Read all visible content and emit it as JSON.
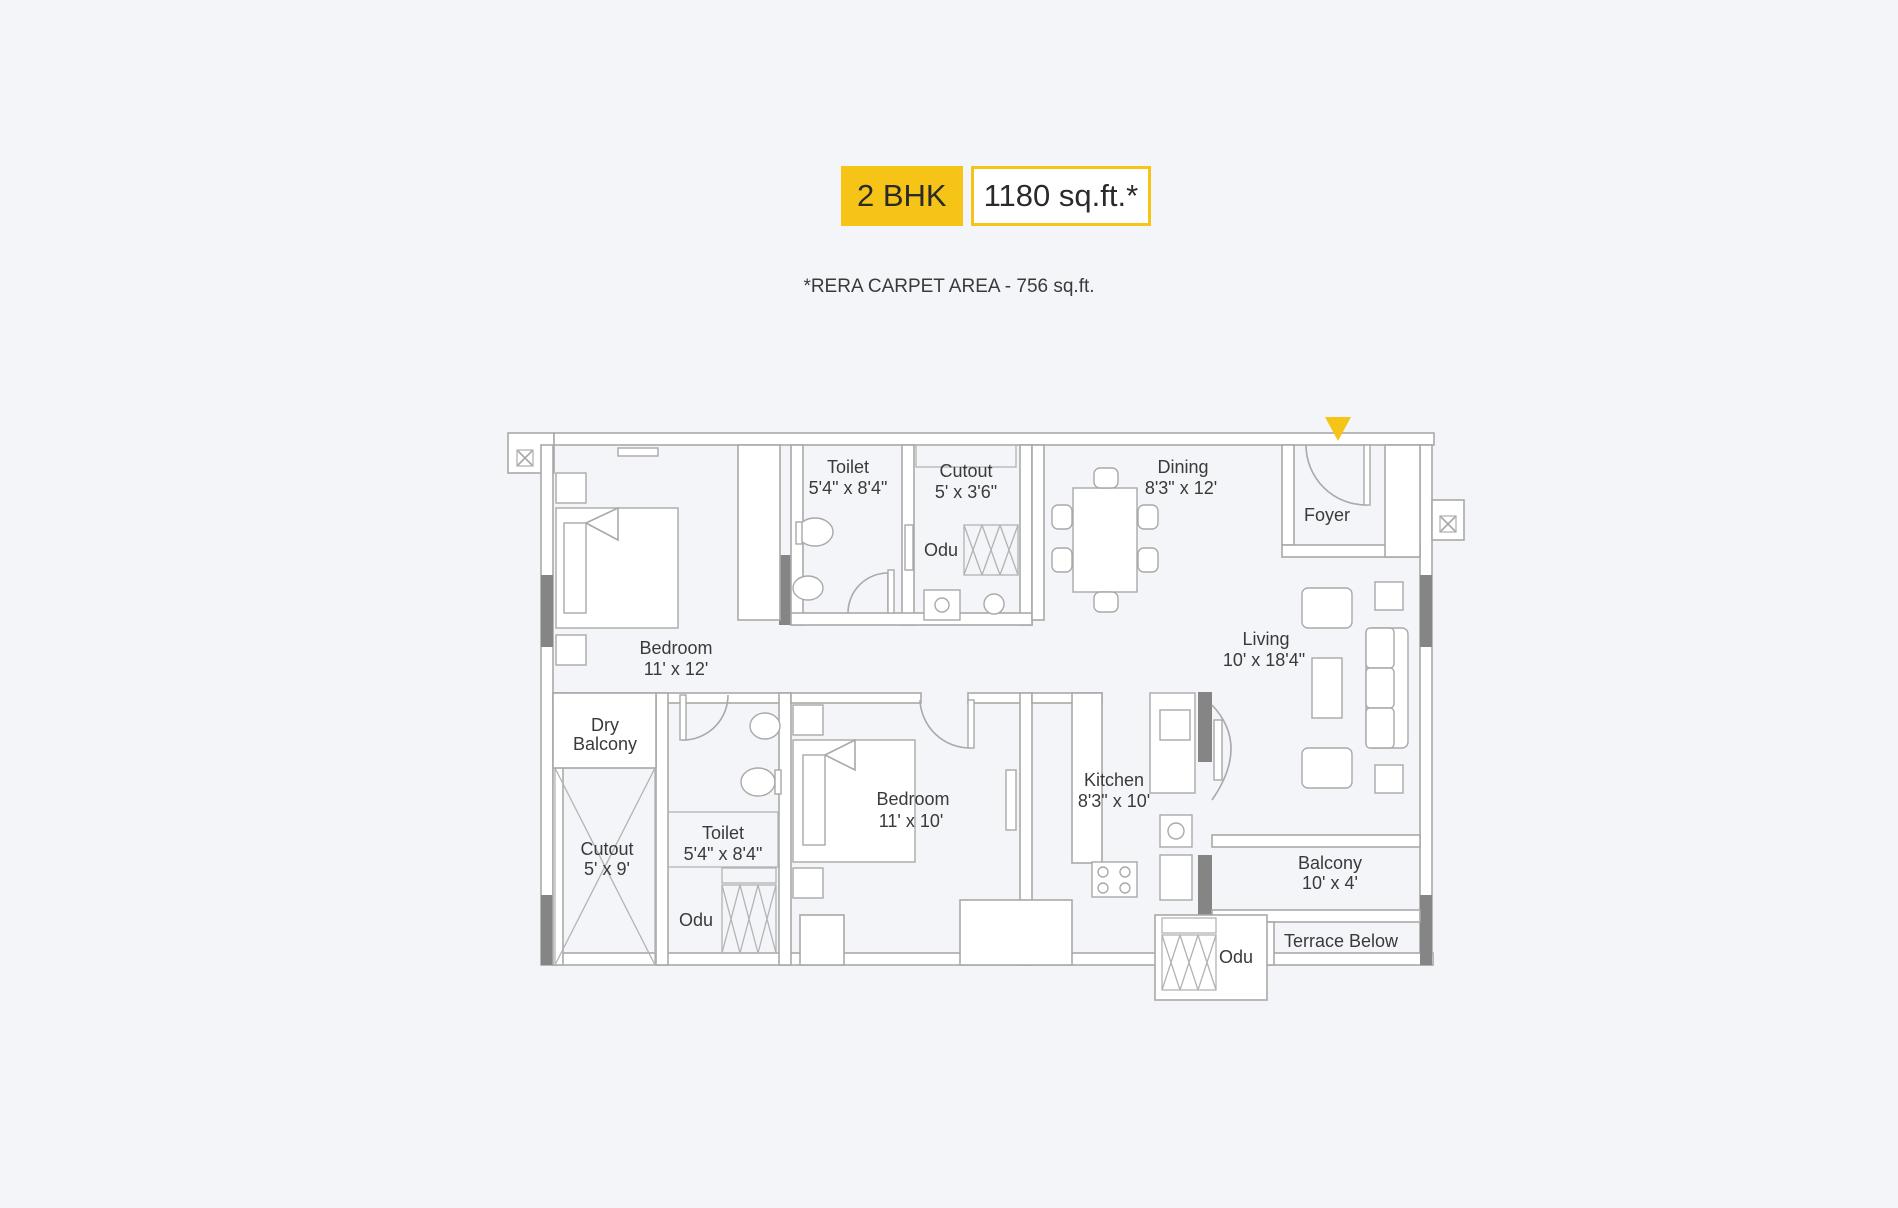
{
  "header": {
    "unit_type": "2 BHK",
    "area": "1180 sq.ft.*",
    "carpet_note": "*RERA CARPET AREA - 756 sq.ft."
  },
  "colors": {
    "accent": "#f6c416",
    "background": "#f3f5f8",
    "line": "#a9a9a9",
    "wall_dark": "#858585"
  },
  "rooms": {
    "bedroom1": {
      "name": "Bedroom",
      "size": "11' x 12'"
    },
    "toilet1": {
      "name": "Toilet",
      "size": "5'4\" x 8'4\""
    },
    "cutout1": {
      "name": "Cutout",
      "size": "5' x 3'6\""
    },
    "odu1": {
      "name": "Odu"
    },
    "dining": {
      "name": "Dining",
      "size": "8'3\" x 12'"
    },
    "foyer": {
      "name": "Foyer"
    },
    "living": {
      "name": "Living",
      "size": "10' x 18'4\""
    },
    "dry_balcony": {
      "name": "Dry",
      "name2": "Balcony"
    },
    "cutout2": {
      "name": "Cutout",
      "size": "5' x 9'"
    },
    "toilet2": {
      "name": "Toilet",
      "size": "5'4\" x 8'4\""
    },
    "odu2": {
      "name": "Odu"
    },
    "bedroom2": {
      "name": "Bedroom",
      "size": "11' x 10'"
    },
    "kitchen": {
      "name": "Kitchen",
      "size": "8'3\" x 10'"
    },
    "balcony": {
      "name": "Balcony",
      "size": "10' x 4'"
    },
    "terrace": {
      "name": "Terrace Below"
    },
    "odu3": {
      "name": "Odu"
    }
  },
  "entrance_marker": "entrance-arrow-icon"
}
